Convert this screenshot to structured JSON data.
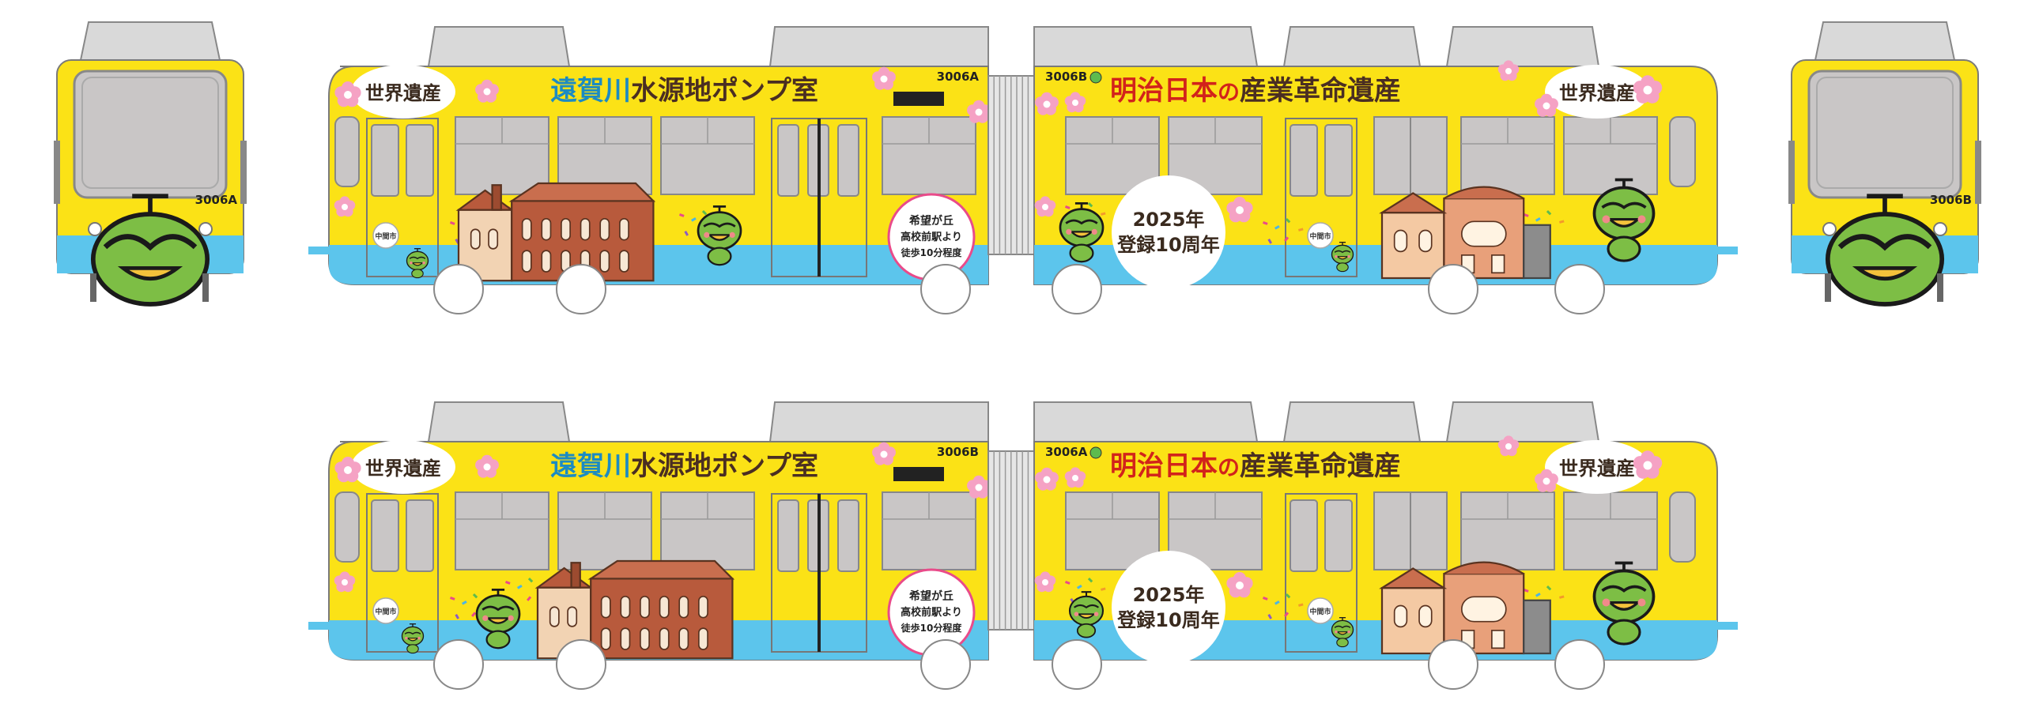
{
  "colors": {
    "body_yellow": "#FBE216",
    "stripe_blue": "#5CC5EC",
    "roof_grey": "#D9D9D9",
    "window_grey": "#C9C6C6",
    "frame_grey": "#888888",
    "badge_dark": "#3A2A1E",
    "title_blue": "#1C8BC2",
    "title_red": "#D2231B",
    "title_brown": "#4A2E22",
    "flower_pink": "#F5A2C4",
    "brick": "#B85A3C",
    "mascot_green": "#7DBE45"
  },
  "trains": [
    {
      "view": "side-a",
      "car_left": {
        "number": "3006A",
        "badge": "世界遺産",
        "title_part1": "遠賀川",
        "title_part2": "水源地ポンプ室",
        "promo_line1": "希望が丘",
        "promo_line2": "高校前駅より",
        "promo_line3": "徒歩10分程度",
        "city_mark": "中間市"
      },
      "car_right": {
        "number": "3006B",
        "title_part1": "明治日本",
        "title_part2": "の",
        "title_part3": "産業革命遺産",
        "badge": "世界遺産",
        "anniv_line1": "2025年",
        "anniv_line2": "登録10周年",
        "city_mark": "中間市"
      }
    },
    {
      "view": "side-b",
      "car_left": {
        "number": "3006B",
        "badge": "世界遺産",
        "title_part1": "遠賀川",
        "title_part2": "水源地ポンプ室",
        "promo_line1": "希望が丘",
        "promo_line2": "高校前駅より",
        "promo_line3": "徒歩10分程度",
        "city_mark": "中間市"
      },
      "car_right": {
        "number": "3006A",
        "title_part1": "明治日本",
        "title_part2": "の",
        "title_part3": "産業革命遺産",
        "badge": "世界遺産",
        "anniv_line1": "2025年",
        "anniv_line2": "登録10周年",
        "city_mark": "中間市"
      }
    }
  ],
  "front_left": {
    "number": "3006A"
  },
  "front_right": {
    "number": "3006B"
  }
}
